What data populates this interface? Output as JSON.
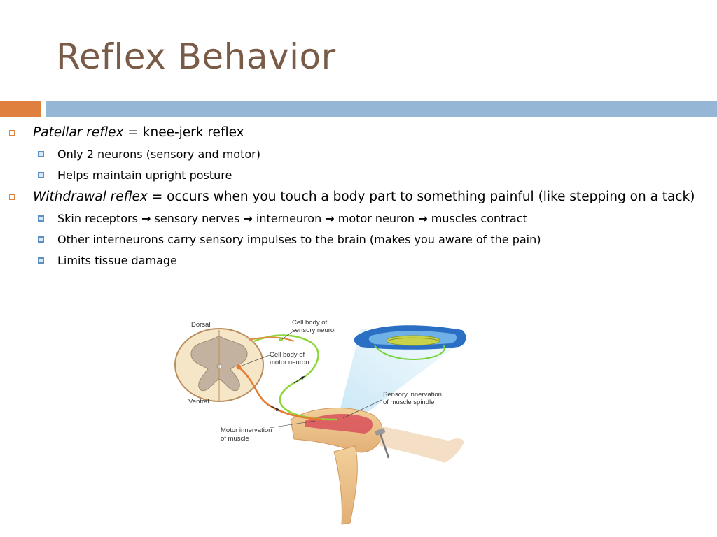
{
  "slide": {
    "title": "Reflex Behavior",
    "colors": {
      "title": "#7a5b48",
      "accent_orange": "#e0803f",
      "accent_blue": "#95b7d5",
      "bullet_blue": "#5b8fc4"
    }
  },
  "bullets": [
    {
      "term": "Patellar reflex",
      "text": " = knee-jerk reflex",
      "sub": [
        {
          "text": "Only 2 neurons (sensory and motor)"
        },
        {
          "text": "Helps maintain upright posture"
        }
      ]
    },
    {
      "term": "Withdrawal reflex",
      "text": " = occurs when you touch a body part to something painful (like stepping on a tack)",
      "sub": [
        {
          "steps": [
            "Skin receptors",
            "sensory nerves",
            "interneuron",
            "motor neuron",
            "muscles contract"
          ],
          "arrow_icon": "arrow-right-icon"
        },
        {
          "text": "Other interneurons carry sensory impulses to the brain (makes you aware of the pain)"
        },
        {
          "text": "Limits tissue damage"
        }
      ]
    }
  ],
  "figure": {
    "labels": {
      "dorsal": "Dorsal",
      "ventral": "Ventral",
      "cell_body_sensory_1": "Cell body of",
      "cell_body_sensory_2": "sensory neuron",
      "cell_body_motor_1": "Cell body of",
      "cell_body_motor_2": "motor neuron",
      "sensory_innervation_1": "Sensory innervation",
      "sensory_innervation_2": "of muscle spindle",
      "motor_innervation_1": "Motor innervation",
      "motor_innervation_2": "of muscle"
    }
  }
}
